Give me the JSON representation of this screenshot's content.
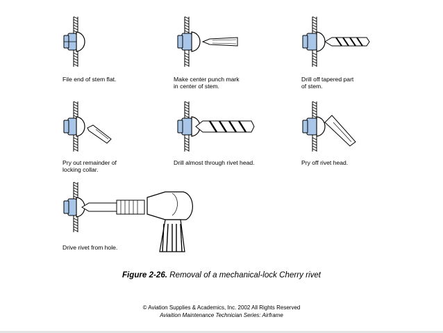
{
  "steps": [
    {
      "label": "File end of stem flat."
    },
    {
      "label": "Make center punch mark\nin center of stem."
    },
    {
      "label": "Drill off tapered part\nof stem."
    },
    {
      "label": "Pry out remainder of\nlocking collar."
    },
    {
      "label": "Drill almost through rivet head."
    },
    {
      "label": "Pry off rivet head."
    },
    {
      "label": "Drive rivet from hole."
    }
  ],
  "figure": {
    "number": "Figure 2-26.",
    "title": " Removal of a mechanical-lock Cherry rivet"
  },
  "credits": {
    "line1": "© Aviation Supplies & Academics, Inc. 2002 All Rights Reserved",
    "line2": "Aviaition Maintenance Technician Series: Airframe"
  },
  "colors": {
    "rivet_blue": "#a9c6e8",
    "ink": "#000000"
  }
}
